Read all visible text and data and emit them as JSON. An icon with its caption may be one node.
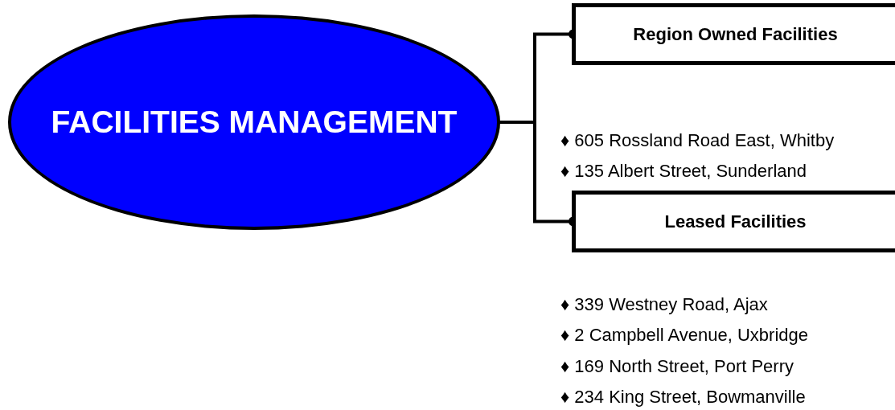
{
  "diagram": {
    "nodes": [
      {
        "text": [
          "FACILITIES MANAGEMENT"
        ]
      },
      {
        "text": [
          "Region Owned Facilities"
        ],
        "beside": [
          "♦ 605 Rossland Road East, Whitby",
          "♦ 135 Albert Street, Sunderland"
        ]
      },
      {
        "text": [
          "Leased Facilities"
        ],
        "beside": [
          "♦ 339 Westney Road, Ajax",
          "♦ 2 Campbell Avenue, Uxbridge",
          "♦ 169 North Street, Port Perry",
          "♦ 234 King Street, Bowmanville"
        ]
      }
    ],
    "edges": [
      {
        "from": 0,
        "to": 1,
        "arrow": "other"
      },
      {
        "from": 0,
        "to": 2,
        "arrow": "other"
      }
    ]
  }
}
